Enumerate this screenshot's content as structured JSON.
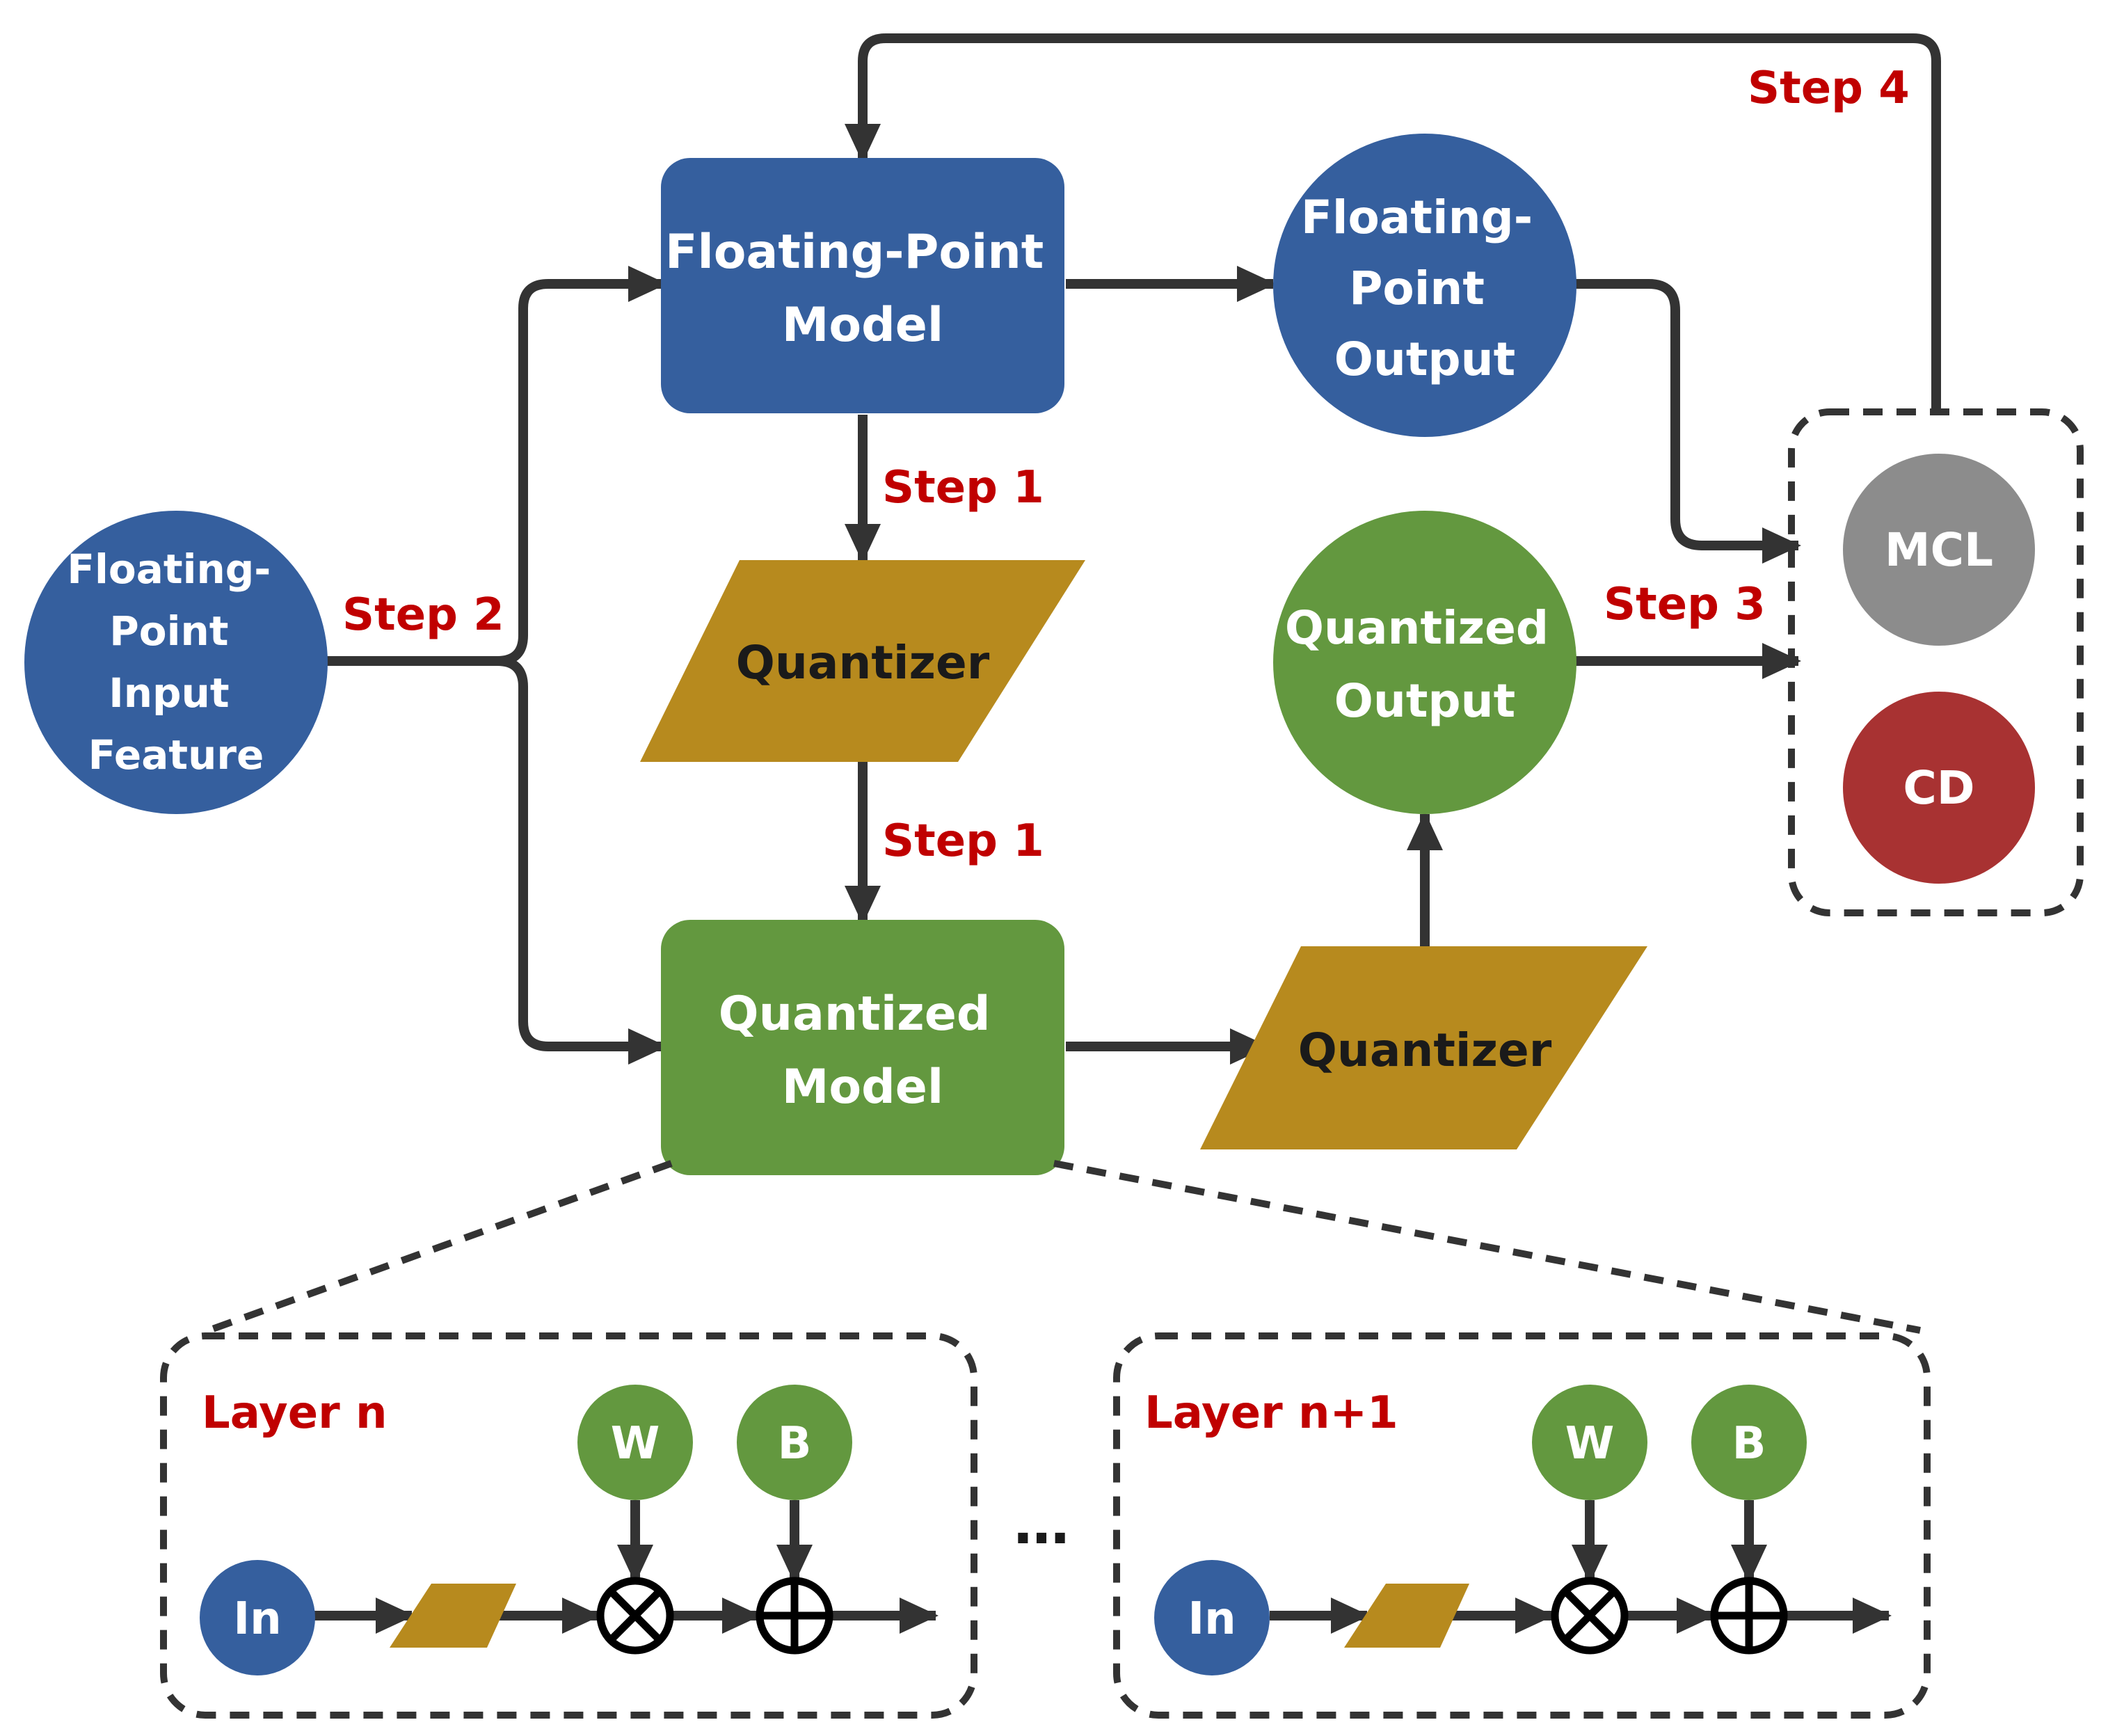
{
  "colors": {
    "blue": "#355f9e",
    "green": "#63983f",
    "gold": "#b78a1e",
    "gray": "#8c8c8c",
    "red_node": "#a83232",
    "step_text": "#c00000",
    "arrow": "#333333"
  },
  "nodes": {
    "input_feature": [
      "Floating-",
      "Point",
      "Input",
      "Feature"
    ],
    "fp_model": [
      "Floating-Point",
      "Model"
    ],
    "fp_output": [
      "Floating-",
      "Point",
      "Output"
    ],
    "quantizer_top": "Quantizer",
    "quantized_model": [
      "Quantized",
      "Model"
    ],
    "quantizer_right": "Quantizer",
    "quantized_output": [
      "Quantized",
      "Output"
    ],
    "mcl": "MCL",
    "cd": "CD"
  },
  "steps": {
    "step1_upper": "Step 1",
    "step1_lower": "Step 1",
    "step2": "Step 2",
    "step3": "Step 3",
    "step4": "Step 4"
  },
  "layers": {
    "left": {
      "title": "Layer n",
      "input": "In",
      "weight": "W",
      "bias": "B"
    },
    "right": {
      "title": "Layer n+1",
      "input": "In",
      "weight": "W",
      "bias": "B"
    },
    "ellipsis": "…"
  }
}
